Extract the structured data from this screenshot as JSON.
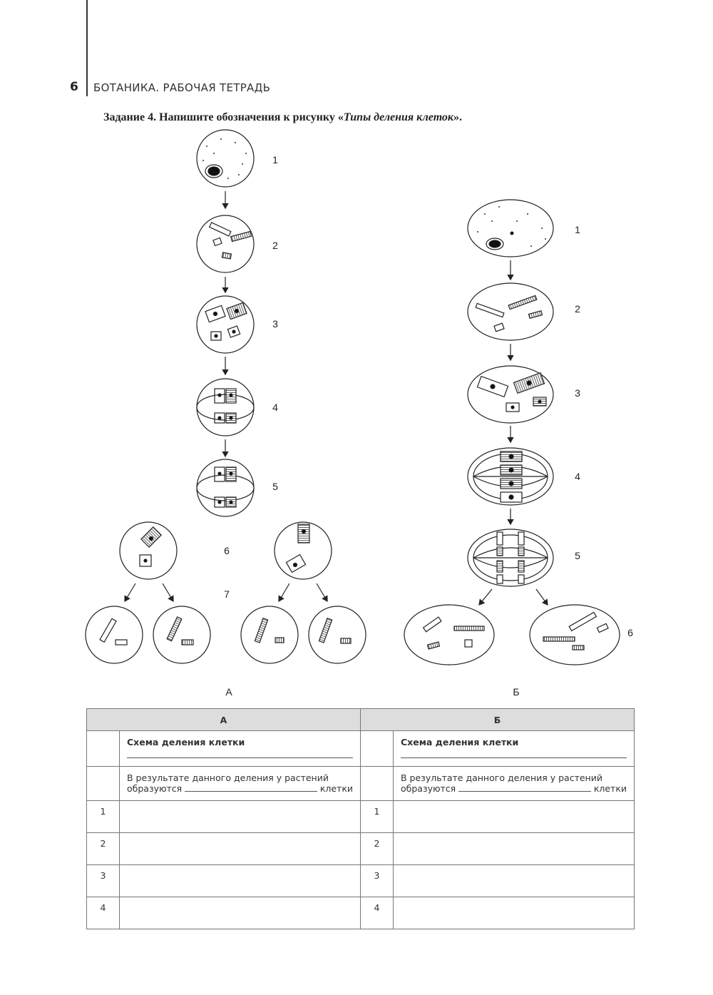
{
  "header": {
    "page_number": "6",
    "running_title": "БОТАНИКА. РАБОЧАЯ ТЕТРАДЬ"
  },
  "task": {
    "prefix": "Задание 4. Напишите обозначения к рисунку «",
    "figure_title": "Типы деления клеток",
    "suffix": "»."
  },
  "figure": {
    "left_labels": [
      "1",
      "2",
      "3",
      "4",
      "5",
      "6",
      "7"
    ],
    "right_labels": [
      "1",
      "2",
      "3",
      "4",
      "5",
      "6"
    ],
    "caption_left": "А",
    "caption_right": "Б"
  },
  "table": {
    "col_a": "А",
    "col_b": "Б",
    "scheme_label": "Схема деления клетки",
    "result_line1": "В результате данного деления у растений",
    "result_prefix": "образуются",
    "result_suffix": "клетки",
    "rows": [
      "1",
      "2",
      "3",
      "4"
    ]
  }
}
